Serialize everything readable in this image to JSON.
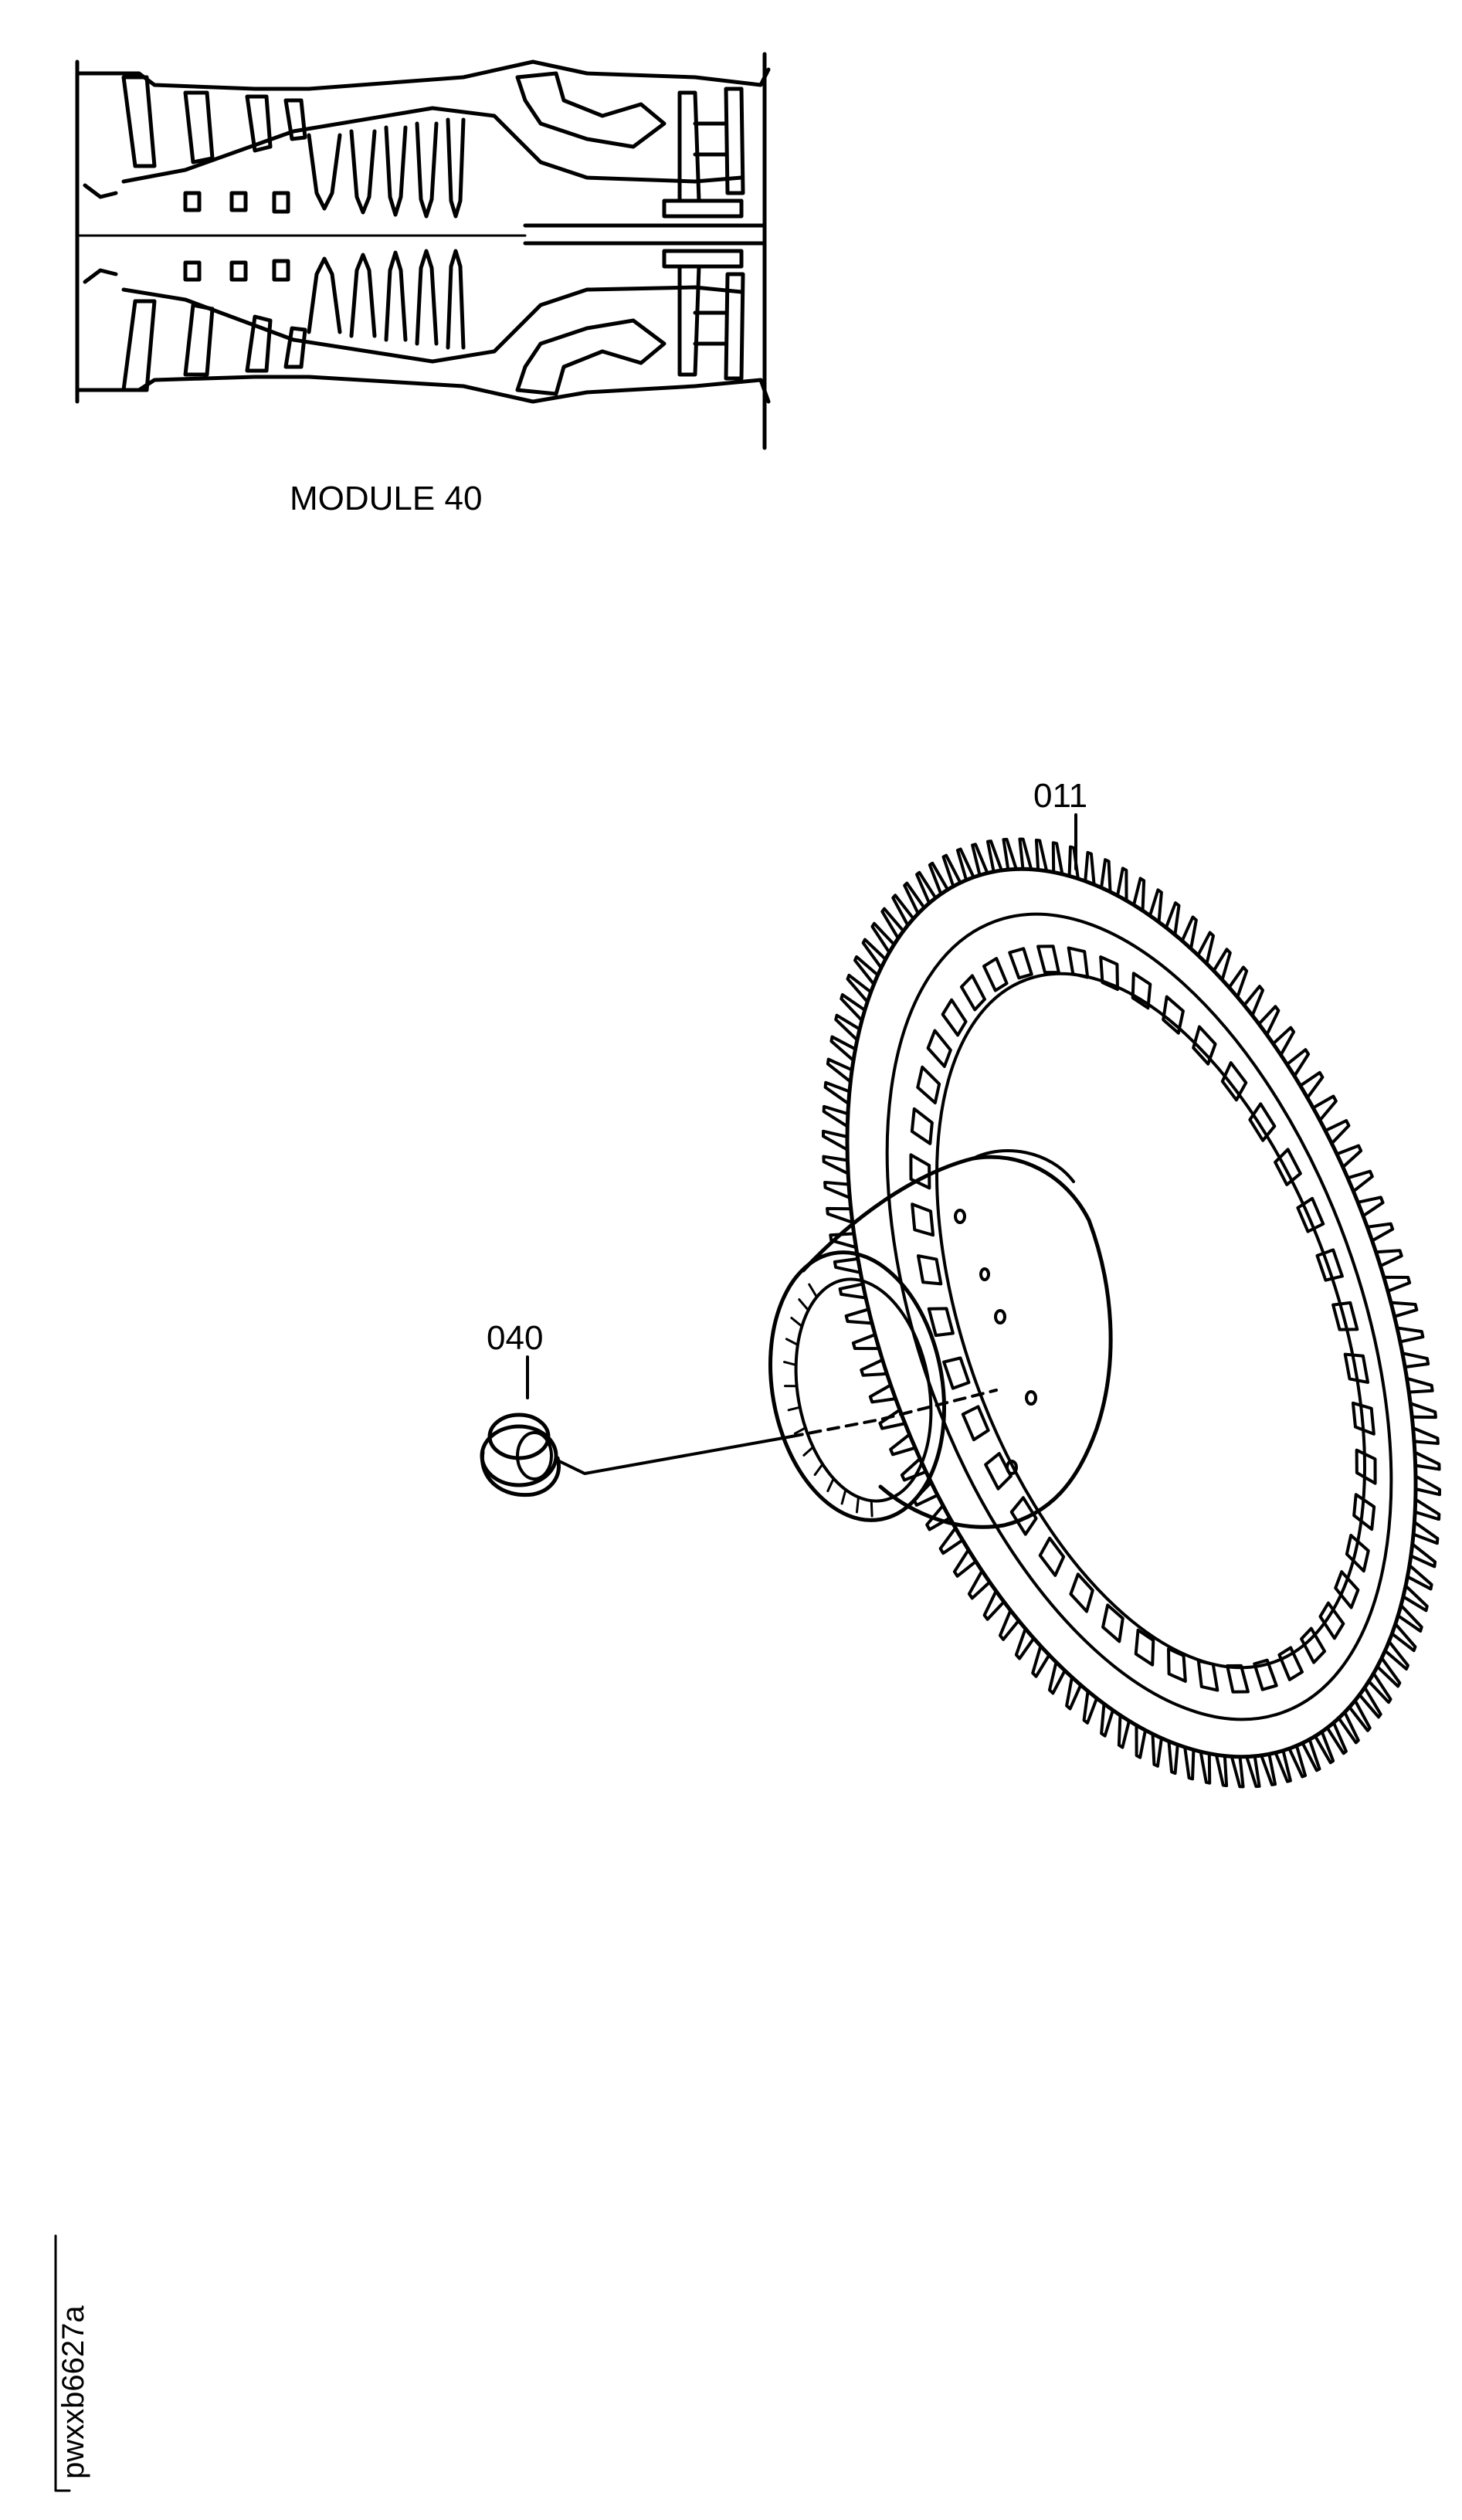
{
  "engine_section": {
    "caption": "MODULE 40"
  },
  "callouts": [
    {
      "id": "part-011",
      "number": "011"
    },
    {
      "id": "part-040",
      "number": "040"
    }
  ],
  "figure_id": "pwxxb6627a",
  "colors": {
    "ink": "#000000",
    "paper": "#ffffff"
  }
}
